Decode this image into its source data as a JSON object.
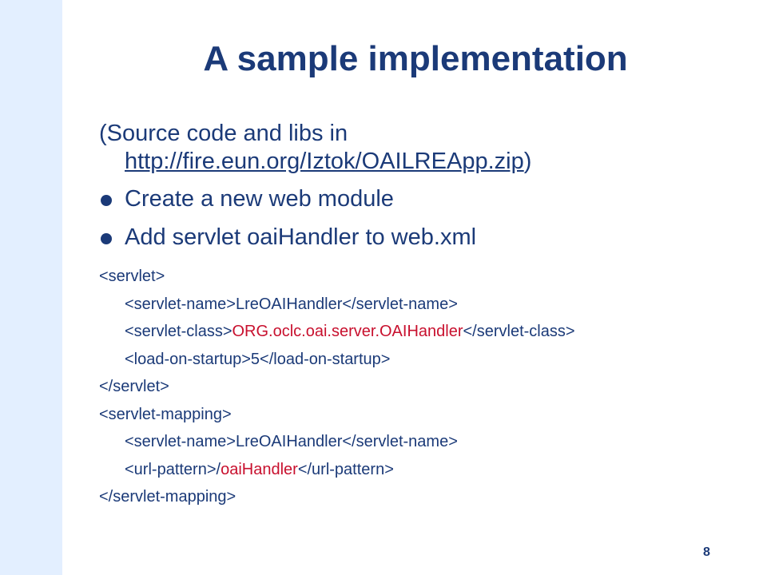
{
  "slide": {
    "title": "A sample implementation",
    "page_number": "8"
  },
  "source": {
    "prefix": "(Source code and libs in",
    "link_text": "http://fire.eun.org/Iztok/OAILREApp.zip",
    "suffix": ")"
  },
  "bullets": [
    {
      "text": "Create a new web module"
    },
    {
      "text": "Add servlet oaiHandler to web.xml"
    }
  ],
  "code": {
    "servlet_open": "<servlet>",
    "servlet_name_open": "<servlet-name>",
    "servlet_name_value": "LreOAIHandler",
    "servlet_name_close": "</servlet-name>",
    "servlet_class_open": "<servlet-class>",
    "servlet_class_value": "ORG.oclc.oai.server.OAIHandler",
    "servlet_class_close": "</servlet-class>",
    "load_open": "<load-on-startup>",
    "load_value": "5",
    "load_close": "</load-on-startup>",
    "servlet_close": "</servlet>",
    "mapping_open": "<servlet-mapping>",
    "mapping_name_open": "<servlet-name>",
    "mapping_name_value": "LreOAIHandler",
    "mapping_name_close": "</servlet-name>",
    "url_open": "<url-pattern>",
    "url_slash": "/",
    "url_value": "oaiHandler",
    "url_close": "</url-pattern>",
    "mapping_close": "</servlet-mapping>"
  },
  "colors": {
    "text": "#1b3a78",
    "highlight": "#c8102e",
    "left_strip": "#e3efff"
  }
}
